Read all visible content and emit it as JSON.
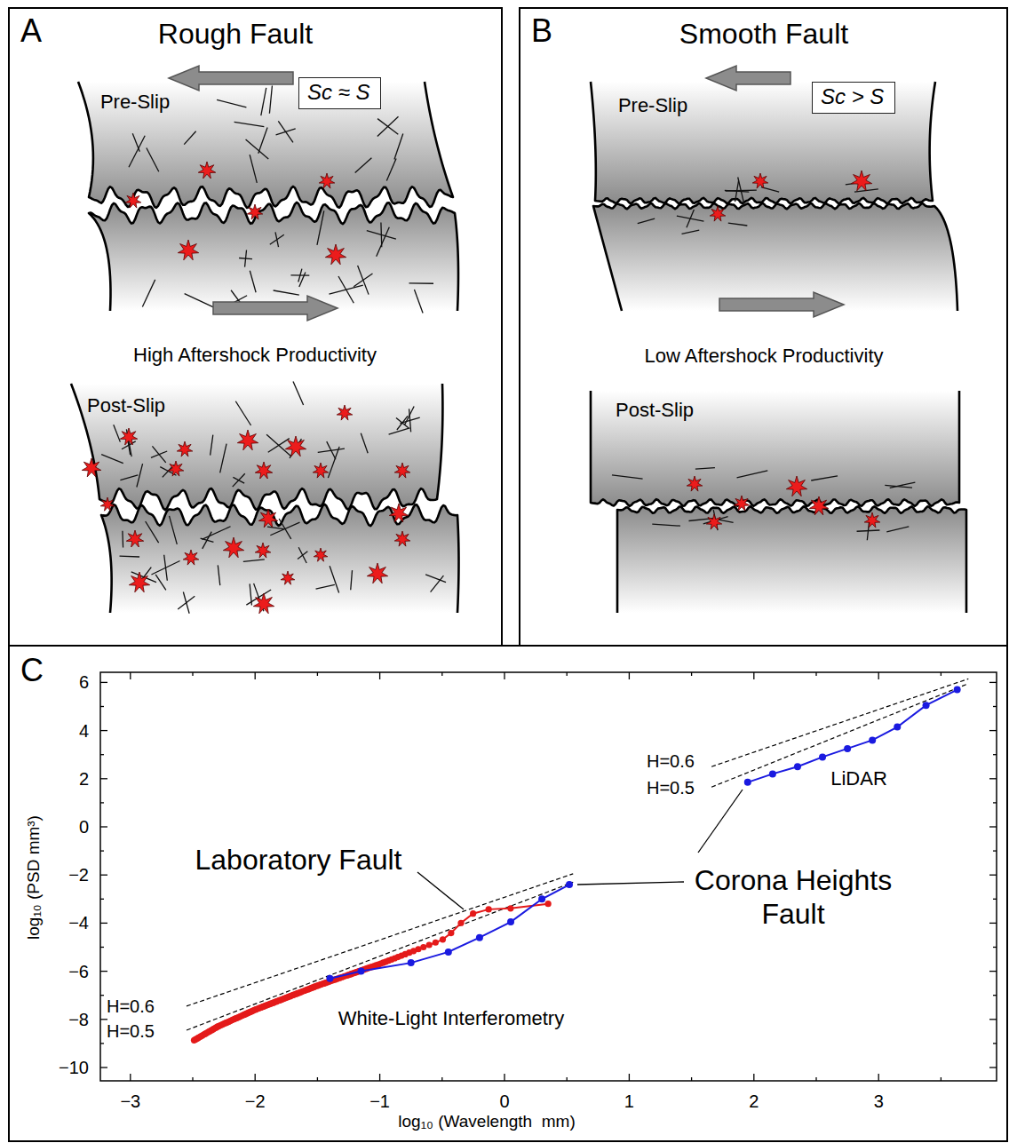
{
  "diagram": {
    "nodes": [
      {
        "text": [
          "A",
          "Rough Fault"
        ]
      },
      {
        "text": [
          "Sc ≈ S"
        ],
        "in": 0
      },
      {
        "text": [
          "B",
          "Smooth Fault"
        ]
      },
      {
        "text": [
          "Sc > S"
        ],
        "in": 2
      },
      {
        "text": [
          "C"
        ]
      }
    ],
    "labels": [
      "Pre-Slip",
      "High Aftershock Productivity",
      "Post-Slip",
      "Pre-Slip",
      "Low Aftershock Productivity",
      "Post-Slip",
      "6",
      "4",
      "2",
      "0",
      "−2",
      "−4",
      "−6",
      "−8",
      "−10",
      "−3",
      "−2",
      "−1",
      "0",
      "1",
      "2",
      "3",
      "log₁₀ (PSD mm³)",
      "log₁₀ (Wavelength  mm)",
      "H=0.6",
      "H=0.5",
      "H=0.6",
      "H=0.5",
      "LiDAR",
      "Laboratory Fault",
      "Corona Heights Fault",
      "White-Light Interferometry"
    ]
  }
}
